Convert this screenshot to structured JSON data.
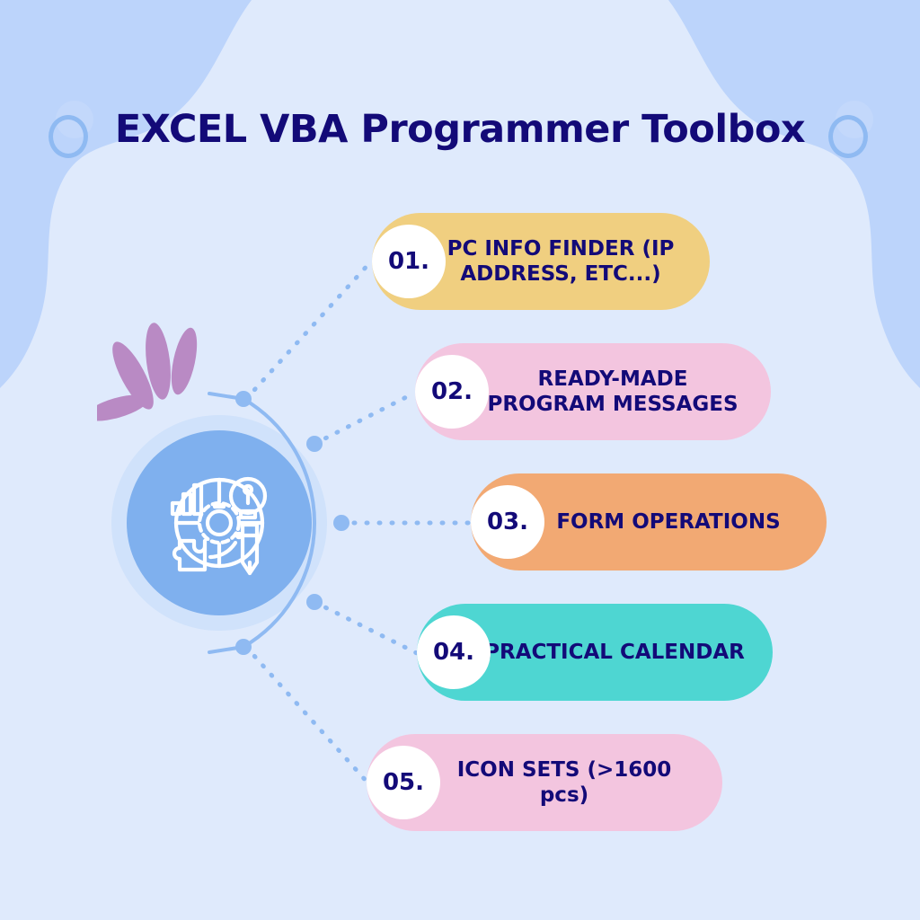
{
  "header": {
    "title": "EXCEL VBA Programmer Toolbox",
    "title_color": "#130a78",
    "left_ring_icon": "ring-circle-decoration",
    "right_ring_icon": "ring-circle-decoration"
  },
  "center": {
    "icon_name": "strategy-gear-bulb-puzzle-pencil-icon",
    "circle_color": "#7fb0ee",
    "halo_color": "#d0e2fb"
  },
  "decorations": {
    "background_color": "#dfeafc",
    "wave_color": "#bcd4fb",
    "petals_icon": "purple-petal-fan-decoration",
    "petal_color": "#b98ac4",
    "connector_color": "#8fbaf2"
  },
  "items": [
    {
      "number": "01.",
      "label": "PC INFO FINDER (IP ADDRESS, ETC...)",
      "color": "#f0cf80"
    },
    {
      "number": "02.",
      "label": "READY-MADE PROGRAM MESSAGES",
      "color": "#f3c5df"
    },
    {
      "number": "03.",
      "label": "FORM OPERATIONS",
      "color": "#f2a973"
    },
    {
      "number": "04.",
      "label": "PRACTICAL CALENDAR",
      "color": "#4ed6d2"
    },
    {
      "number": "05.",
      "label": "ICON SETS (>1600 pcs)",
      "color": "#f3c5df"
    }
  ]
}
